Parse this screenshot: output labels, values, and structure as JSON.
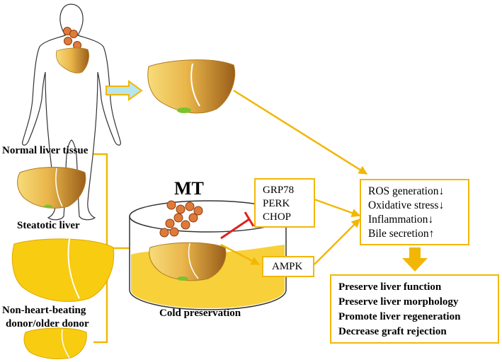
{
  "labels": {
    "normal": "Normal liver tissue",
    "steatotic": "Steatotic liver",
    "nhb_line1": "Non-heart-beating",
    "nhb_line2": "donor/older donor",
    "mt": "MT",
    "cold": "Cold preservation"
  },
  "markers_box": [
    "GRP78",
    "PERK",
    "CHOP"
  ],
  "ampk": "AMPK",
  "effects_box": [
    "ROS generation↓",
    "Oxidative stress↓",
    "Inflammation↓",
    "Bile secretion↑"
  ],
  "outcomes_box": [
    "Preserve liver function",
    "Preserve liver morphology",
    "Promote liver regeneration",
    "Decrease graft rejection"
  ],
  "colors": {
    "arrow": "#f2b705",
    "inhibit": "#e02020",
    "dot": "#e07a3a",
    "liver_light": "#f5d060",
    "liver_dark": "#a86a1e",
    "liver_yellow": "#f8cc10",
    "gallbladder": "#7cc22e",
    "cyan_arrow": "#b8e6ee"
  }
}
